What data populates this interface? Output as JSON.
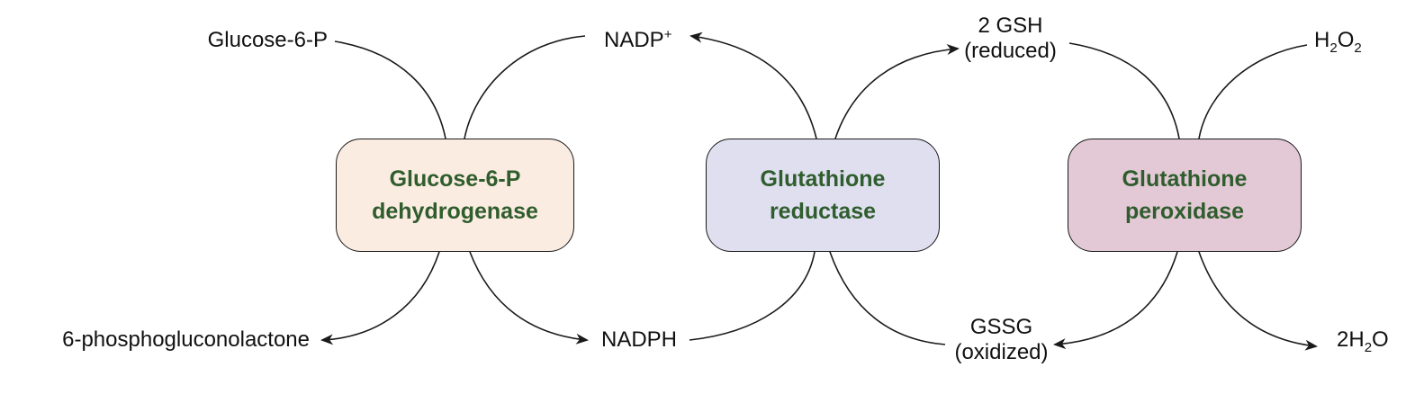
{
  "colors": {
    "enzyme_text": "#2f5d2d",
    "g6pd_fill": "#fbece1",
    "gr_fill": "#dfdff0",
    "gpx_fill": "#e3c9d6",
    "line": "#1a1a1a"
  },
  "enzymes": {
    "g6pd": {
      "line1": "Glucose-6-P",
      "line2": "dehydrogenase"
    },
    "gr": {
      "line1": "Glutathione",
      "line2": "reductase"
    },
    "gpx": {
      "line1": "Glutathione",
      "line2": "peroxidase"
    }
  },
  "metabolites": {
    "glucose6p": "Glucose-6-P",
    "phosphogluconolactone": "6-phosphogluconolactone",
    "nadp": {
      "base": "NADP",
      "sup": "+"
    },
    "nadph": "NADPH",
    "gsh": {
      "line1": "2 GSH",
      "line2": "(reduced)"
    },
    "gssg": {
      "line1": "GSSG",
      "line2": "(oxidized)"
    },
    "h2o2": {
      "p1": "H",
      "s1": "2",
      "p2": "O",
      "s2": "2"
    },
    "h2o": {
      "p1": "2H",
      "s1": "2",
      "p2": "O"
    }
  }
}
